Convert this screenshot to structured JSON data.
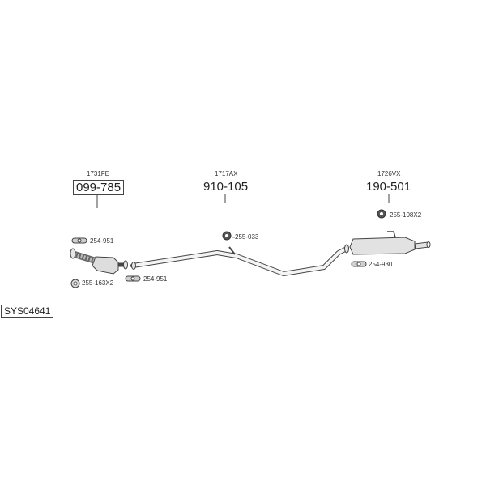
{
  "system_code": "SYS04641",
  "parts": [
    {
      "ref": "1731FE",
      "number": "099-785"
    },
    {
      "ref": "1717AX",
      "number": "910-105"
    },
    {
      "ref": "1726VX",
      "number": "190-501"
    }
  ],
  "accessories": {
    "clamp_front_top": "254-951",
    "gasket_front": "255-163X2",
    "clamp_front_bottom": "254-951",
    "hanger_mid": "255-033",
    "hanger_rear": "255-108X2",
    "clamp_rear": "254-930"
  }
}
